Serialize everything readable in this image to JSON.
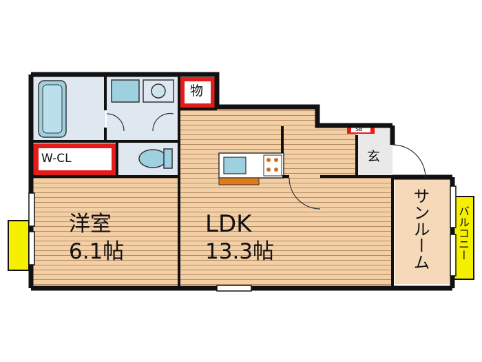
{
  "rooms": {
    "western": {
      "name": "洋室",
      "size": "6.1帖"
    },
    "ldk": {
      "name": "LDK",
      "size": "13.3帖"
    },
    "sunroom": {
      "name": "サンルーム"
    },
    "balcony": {
      "name": "バルコニー"
    },
    "walk_in_closet": {
      "name": "W-CL"
    },
    "storage": {
      "name": "物"
    },
    "entrance": {
      "name": "玄"
    },
    "shoe_box": {
      "name": "SB"
    }
  },
  "colors": {
    "floor_wood": "#f3cfa6",
    "floor_line": "#b88a63",
    "wet_area": "#dfe7f1",
    "fixture_blue": "#9fd0e0",
    "closet_red": "#e51c1c",
    "balcony_yellow": "#f4f000",
    "sunroom_peach": "#f6d9b9",
    "wall": "#111111"
  }
}
